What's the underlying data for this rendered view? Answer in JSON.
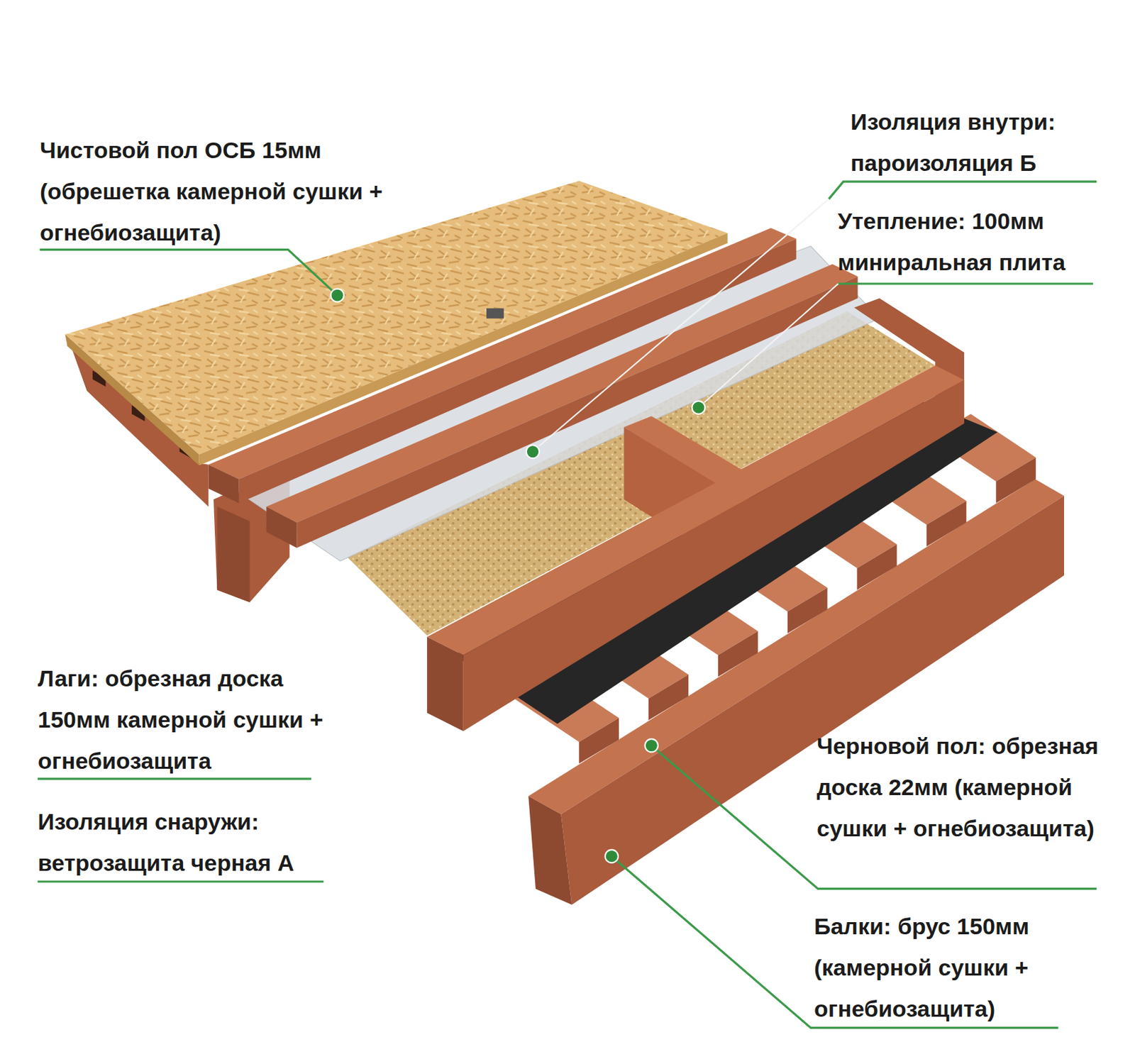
{
  "diagram": {
    "labels": [
      "Чистовой пол ОСБ 15мм (обрешетка камерной сушки + огнебиозащита)",
      "Изоляция внутри: пароизоляция Б",
      "Утепление: 100мм миниральная плита",
      "Лаги: обрезная доска 150мм камерной сушки + огнебиозащита",
      "Изоляция снаружи: ветрозащита черная А",
      "Черновой пол: обрезная доска 22мм (камерной сушки + огнебиозащита)",
      "Балки: брус 150мм (камерной сушки + огнебиозащита)"
    ]
  }
}
